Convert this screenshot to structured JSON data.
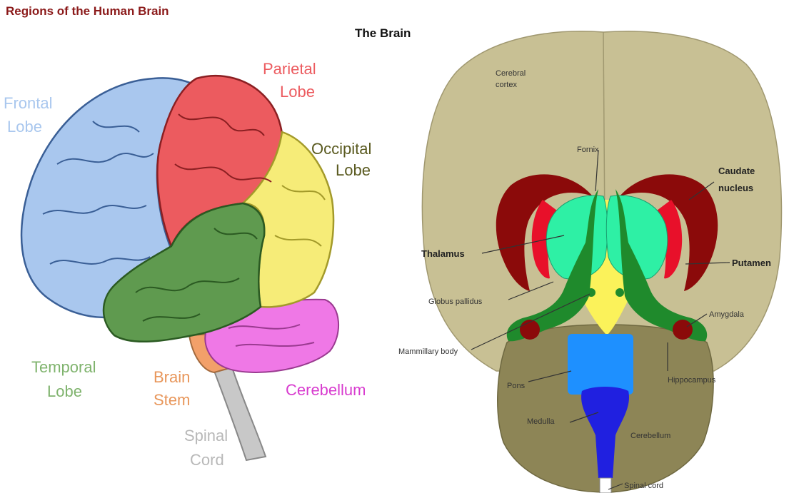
{
  "page_title": "Regions of the Human Brain",
  "center_title": "The Brain",
  "lateral_view": {
    "labels": {
      "frontal_1": "Frontal",
      "frontal_2": "Lobe",
      "parietal_1": "Parietal",
      "parietal_2": "Lobe",
      "occipital_1": "Occipital",
      "occipital_2": "Lobe",
      "temporal_1": "Temporal",
      "temporal_2": "Lobe",
      "brainstem_1": "Brain",
      "brainstem_2": "Stem",
      "cerebellum": "Cerebellum",
      "spinal_1": "Spinal",
      "spinal_2": "Cord"
    },
    "colors": {
      "frontal": "#a9c7ee",
      "parietal": "#ec5b5f",
      "occipital": "#f6ec78",
      "temporal": "#5f9a4f",
      "brainstem": "#f2a06a",
      "cerebellum": "#ef78e6",
      "spinal": "#c8c8c8"
    }
  },
  "coronal_view": {
    "labels": {
      "cerebral_cortex_1": "Cerebral",
      "cerebral_cortex_2": "cortex",
      "fornix": "Fornix",
      "caudate_1": "Caudate",
      "caudate_2": "nucleus",
      "thalamus": "Thalamus",
      "putamen": "Putamen",
      "globus_pallidus": "Globus pallidus",
      "amygdala": "Amygdala",
      "mammillary_body": "Mammillary body",
      "hippocampus": "Hippocampus",
      "pons": "Pons",
      "medulla": "Medulla",
      "cerebellum": "Cerebellum",
      "spinal_cord": "Spinal cord"
    },
    "colors": {
      "cortex": "#c8c094",
      "cerebellum": "#8d8556",
      "caudate": "#8b0a0a",
      "putamen": "#e8102a",
      "thalamus": "#2ef0a5",
      "fornix": "#1f8a2c",
      "midline": "#fbf25a",
      "pons": "#1e90ff",
      "medulla": "#2020e0"
    }
  }
}
